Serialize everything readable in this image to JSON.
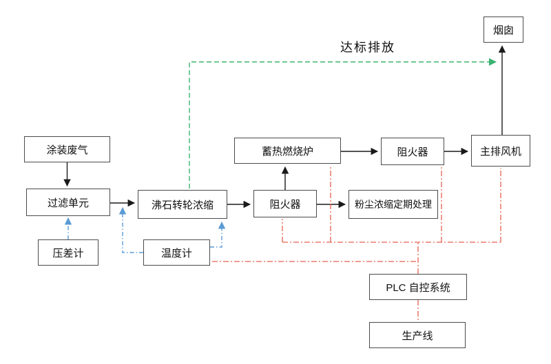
{
  "diagram": {
    "nodes": {
      "paint_gas": {
        "label": "涂装废气"
      },
      "filter_unit": {
        "label": "过滤单元"
      },
      "pressure_gauge": {
        "label": "压差计"
      },
      "zeolite_wheel": {
        "label": "沸石转轮浓缩"
      },
      "thermometer": {
        "label": "温度计"
      },
      "rto_furnace": {
        "label": "蓄热燃烧炉"
      },
      "flame_arrester_1": {
        "label": "阻火器"
      },
      "flame_arrester_2": {
        "label": "阻火器"
      },
      "dust_treatment": {
        "label": "粉尘浓缩定期处理"
      },
      "main_fan": {
        "label": "主排风机"
      },
      "chimney": {
        "label": "烟囱"
      },
      "plc_system": {
        "label": "PLC 自控系统"
      },
      "production_line": {
        "label": "生产线"
      }
    },
    "annotations": {
      "discharge_label": "达标排放"
    },
    "colors": {
      "flow_line": "#1a1a1a",
      "discharge_line": "#3cb371",
      "sensor_line": "#5b9bd5",
      "control_line": "#e8604f",
      "box_border": "#4a4a4a"
    },
    "edges": [
      {
        "from": "paint_gas",
        "to": "filter_unit",
        "style": "flow"
      },
      {
        "from": "filter_unit",
        "to": "zeolite_wheel",
        "style": "flow"
      },
      {
        "from": "zeolite_wheel",
        "to": "flame_arrester_1",
        "style": "flow"
      },
      {
        "from": "flame_arrester_1",
        "to": "rto_furnace",
        "style": "flow"
      },
      {
        "from": "rto_furnace",
        "to": "flame_arrester_2",
        "style": "flow"
      },
      {
        "from": "flame_arrester_2",
        "to": "main_fan",
        "style": "flow"
      },
      {
        "from": "main_fan",
        "to": "chimney",
        "style": "flow"
      },
      {
        "from": "flame_arrester_1",
        "to": "dust_treatment",
        "style": "flow"
      },
      {
        "from": "zeolite_wheel",
        "to": "main_fan",
        "style": "discharge",
        "label": "达标排放"
      },
      {
        "from": "pressure_gauge",
        "to": "filter_unit",
        "style": "sensor"
      },
      {
        "from": "thermometer",
        "to": "filter_unit",
        "style": "sensor"
      },
      {
        "from": "thermometer",
        "to": "zeolite_wheel",
        "style": "sensor"
      },
      {
        "from": "plc_system",
        "to": "thermometer",
        "style": "control"
      },
      {
        "from": "plc_system",
        "to": "flame_arrester_1",
        "style": "control"
      },
      {
        "from": "plc_system",
        "to": "rto_furnace",
        "style": "control"
      },
      {
        "from": "plc_system",
        "to": "flame_arrester_2",
        "style": "control"
      },
      {
        "from": "plc_system",
        "to": "main_fan",
        "style": "control"
      },
      {
        "from": "plc_system",
        "to": "production_line",
        "style": "control"
      }
    ]
  }
}
